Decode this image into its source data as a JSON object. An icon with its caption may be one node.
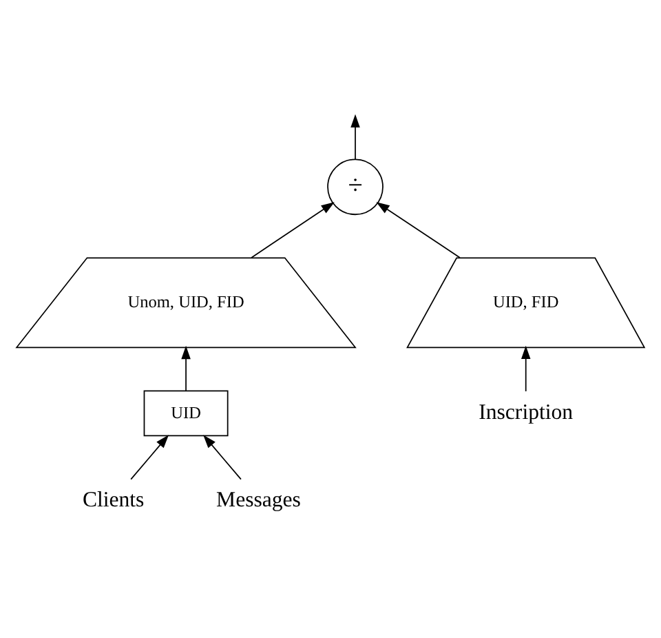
{
  "diagram": {
    "nodes": [
      {
        "text": [
          "÷"
        ]
      },
      {
        "text": [
          "Unom, UID, FID"
        ]
      },
      {
        "text": [
          "UID, FID"
        ]
      },
      {
        "text": [
          "UID"
        ]
      },
      {
        "text": [
          "Clients"
        ]
      },
      {
        "text": [
          "Messages"
        ]
      },
      {
        "text": [
          "Inscription"
        ]
      }
    ],
    "edges": [
      {
        "from": 0,
        "to": null,
        "arrow": "to"
      },
      {
        "from": 1,
        "to": 0,
        "arrow": "to"
      },
      {
        "from": 2,
        "to": 0,
        "arrow": "to"
      },
      {
        "from": 3,
        "to": 1,
        "arrow": "to"
      },
      {
        "from": 4,
        "to": 3,
        "arrow": "to"
      },
      {
        "from": 5,
        "to": 3,
        "arrow": "to"
      },
      {
        "from": 6,
        "to": 2,
        "arrow": "to"
      }
    ]
  }
}
